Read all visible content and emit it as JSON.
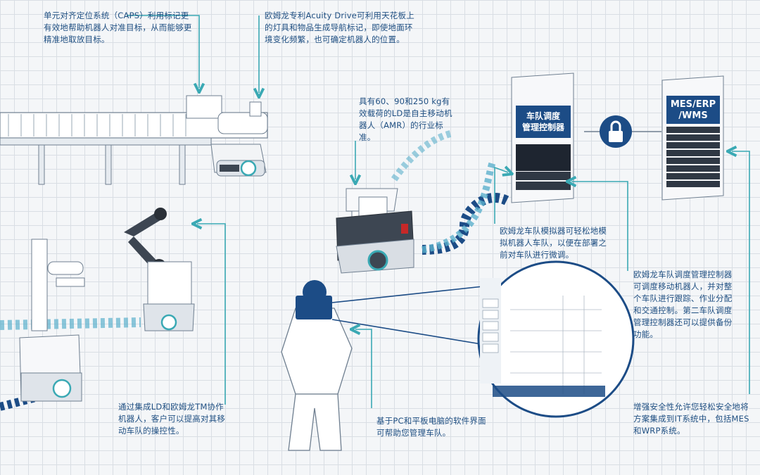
{
  "captions": {
    "caps": "单元对齐定位系统（CAPS）利用标记更有效地帮助机器人对准目标，从而能够更精准地取放目标。",
    "acuity": "欧姆龙专利Acuity Drive可利用天花板上的灯具和物品生成导航标记，即使地面环境变化频繁，也可确定机器人的位置。",
    "payload": "具有60、90和250 kg有效载荷的LD是自主移动机器人（AMR）的行业标准。",
    "simulator": "欧姆龙车队模拟器可轻松地模拟机器人车队，以便在部署之前对车队进行微调。",
    "fleet_manager": "欧姆龙车队调度管理控制器可调度移动机器人，并对整个车队进行跟踪、作业分配和交通控制。第二车队调度管理控制器还可以提供备份功能。",
    "tm_cobot": "通过集成LD和欧姆龙TM协作机器人，客户可以提高对其移动车队的操控性。",
    "software": "基于PC和平板电脑的软件界面可帮助您管理车队。",
    "security": "增强安全性允许您轻松安全地将方案集成到IT系统中，包括MES和WRP系统。"
  },
  "labels": {
    "fleet_controller_line1": "车队调度",
    "fleet_controller_line2": "管理控制器",
    "mes_line1": "MES/ERP",
    "mes_line2": "/WMS"
  },
  "colors": {
    "text": "#1f4f82",
    "teal": "#3aa9b4",
    "navy": "#1c4c86",
    "sky": "#5bb0cc"
  }
}
